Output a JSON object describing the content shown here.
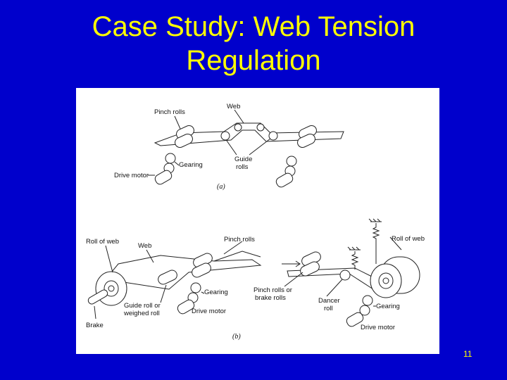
{
  "slide": {
    "title_line1": "Case Study: Web Tension",
    "title_line2": "Regulation",
    "page_number": "11",
    "background": "#0000cc",
    "title_color": "#ffff00"
  },
  "figure": {
    "a": {
      "labels": {
        "pinch_rolls": "Pinch rolls",
        "web": "Web",
        "guide_rolls_1": "Guide",
        "guide_rolls_2": "rolls",
        "gearing": "Gearing",
        "drive_motor": "Drive motor"
      },
      "caption": "(a)"
    },
    "b": {
      "labels": {
        "roll_of_web_left": "Roll of web",
        "web": "Web",
        "pinch_rolls": "Pinch rolls",
        "gearing_left": "Gearing",
        "drive_motor_left": "Drive motor",
        "guide_roll_1": "Guide roll or",
        "guide_roll_2": "weighed roll",
        "brake": "Brake",
        "pinch_brake_1": "Pinch rolls or",
        "pinch_brake_2": "brake rolls",
        "dancer_1": "Dancer",
        "dancer_2": "roll",
        "roll_of_web_right": "Roll of web",
        "gearing_right": "Gearing",
        "drive_motor_right": "Drive motor"
      },
      "caption": "(b)"
    }
  }
}
